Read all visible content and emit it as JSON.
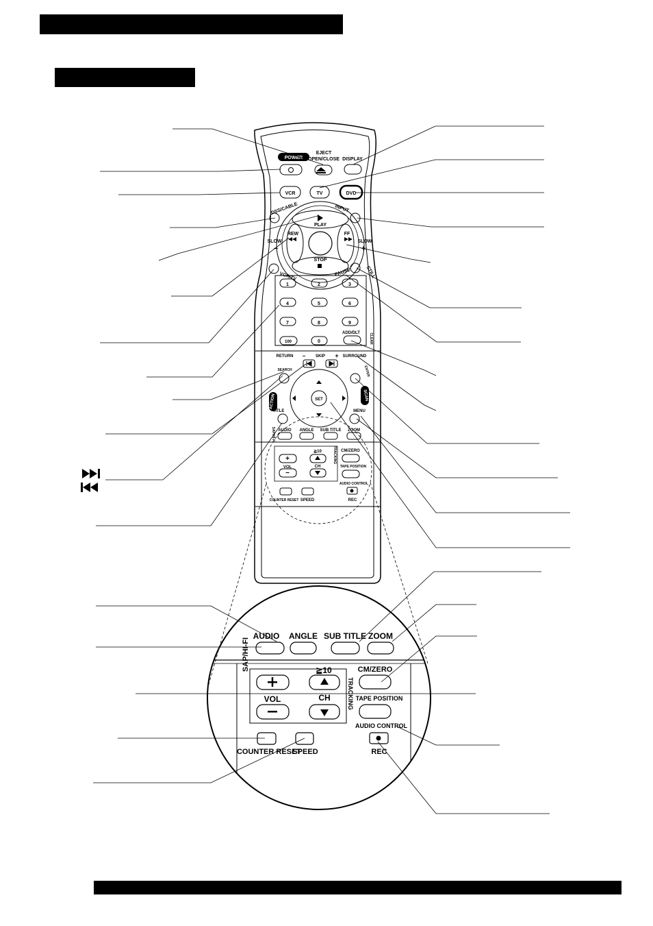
{
  "remote": {
    "top": {
      "power": "POWER",
      "eject_line1": "EJECT",
      "eject_line2": "OPEN/CLOSE",
      "display": "DISPLAY",
      "vcr": "VCR",
      "tv": "TV",
      "dvd": "DVD",
      "dss_cable": "DSS/CABLE",
      "input": "INPUT",
      "play": "PLAY",
      "rew": "REW",
      "ff": "FF",
      "slow_left": "SLOW",
      "slow_right": "SLOW",
      "minus": "−",
      "plus": "+",
      "stop": "STOP",
      "vcr_tv": "VCR/TV",
      "pause": "PAUSE",
      "still": "STILL"
    },
    "numpad": {
      "keys": [
        "1",
        "2",
        "3",
        "4",
        "5",
        "6",
        "7",
        "8",
        "9",
        "100",
        "0"
      ],
      "add_dlt": "ADD/DLT",
      "clear": "CLEAR"
    },
    "middle": {
      "return": "RETURN",
      "skip": "SKIP",
      "skip_minus": "−",
      "skip_plus": "+",
      "surround": "SURROUND",
      "search": "SEARCH",
      "enter": "ENTER",
      "action": "ACTION",
      "scan": "SCAN",
      "set": "SET",
      "title": "TITLE",
      "menu": "MENU",
      "sap_hifi": "SAP/HI-FI",
      "audio": "AUDIO",
      "angle": "ANGLE",
      "sub_title": "SUB TITLE",
      "zoom": "ZOOM"
    },
    "bottom": {
      "ge10": "≧10",
      "cm_zero": "CM/ZERO",
      "vol": "VOL",
      "ch": "CH",
      "tracking": "TRACKING",
      "tape_position": "TAPE POSITION",
      "audio_control": "AUDIO CONTROL",
      "counter_reset": "COUNTER RESET",
      "speed": "SPEED",
      "rec": "REC"
    }
  },
  "magnified": {
    "sap_hifi": "SAP/HI-FI",
    "audio": "AUDIO",
    "angle": "ANGLE",
    "sub_title": "SUB TITLE",
    "zoom": "ZOOM",
    "ge10": "≧10",
    "cm_zero": "CM/ZERO",
    "vol": "VOL",
    "ch": "CH",
    "tracking": "TRACKING",
    "tape_position": "TAPE POSITION",
    "audio_control": "AUDIO CONTROL",
    "counter_reset": "COUNTER RESET",
    "speed": "SPEED",
    "rec": "REC"
  },
  "icons": {
    "skip_forward": "skip-forward-icon",
    "skip_back": "skip-back-icon"
  }
}
